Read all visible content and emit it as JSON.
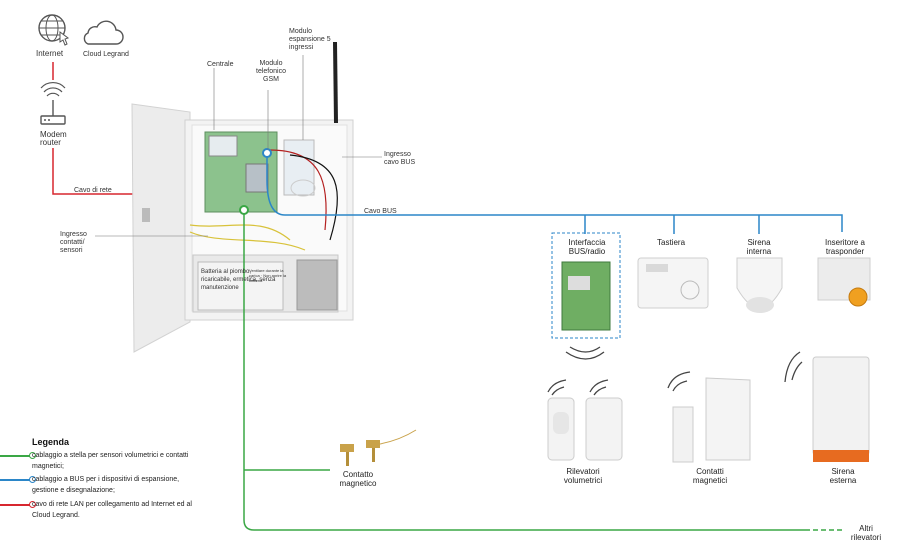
{
  "labels": {
    "internet": "Internet",
    "cloud": "Cloud Legrand",
    "modem_router": "Modem router",
    "cavo_rete": "Cavo di rete",
    "centrale": "Centrale",
    "modulo_gsm": "Modulo telefonico GSM",
    "modulo_espansione": "Modulo espansione 5 ingressi",
    "ingresso_bus": "Ingresso cavo BUS",
    "cavo_bus": "Cavo BUS",
    "ingresso_contatti": "Ingresso contatti/ sensori",
    "battery_text": "Batteria al piombo, ricaricabile, ermetica, senza manutenzione",
    "battery_list": "Ventilare durante la carica · Non aprire la batteria"
  },
  "devices": {
    "interfaccia": "Interfaccia BUS/radio",
    "tastiera": "Tastiera",
    "sirena_interna": "Sirena interna",
    "inseritore": "Inseritore a trasponder",
    "rilevatori": "Rilevatori volumetrici",
    "contatti": "Contatti magnetici",
    "sirena_esterna": "Sirena esterna",
    "contatto": "Contatto magnetico",
    "altri": "Altri rilevatori"
  },
  "legend": {
    "title": "Legenda",
    "items": [
      {
        "text": "cablaggio a stella per sensori volumetrici e contatti magnetici;",
        "color": "#3aa745"
      },
      {
        "text": "cablaggio a BUS per i dispositivi di espansione, gestione e disegnalazione;",
        "color": "#2b86c8"
      },
      {
        "text": "cavo di rete LAN per collegamento ad Internet ed al Cloud Legrand.",
        "color": "#d7262f"
      }
    ]
  },
  "colors": {
    "green": "#3aa745",
    "blue": "#2b86c8",
    "red": "#d7262f"
  }
}
